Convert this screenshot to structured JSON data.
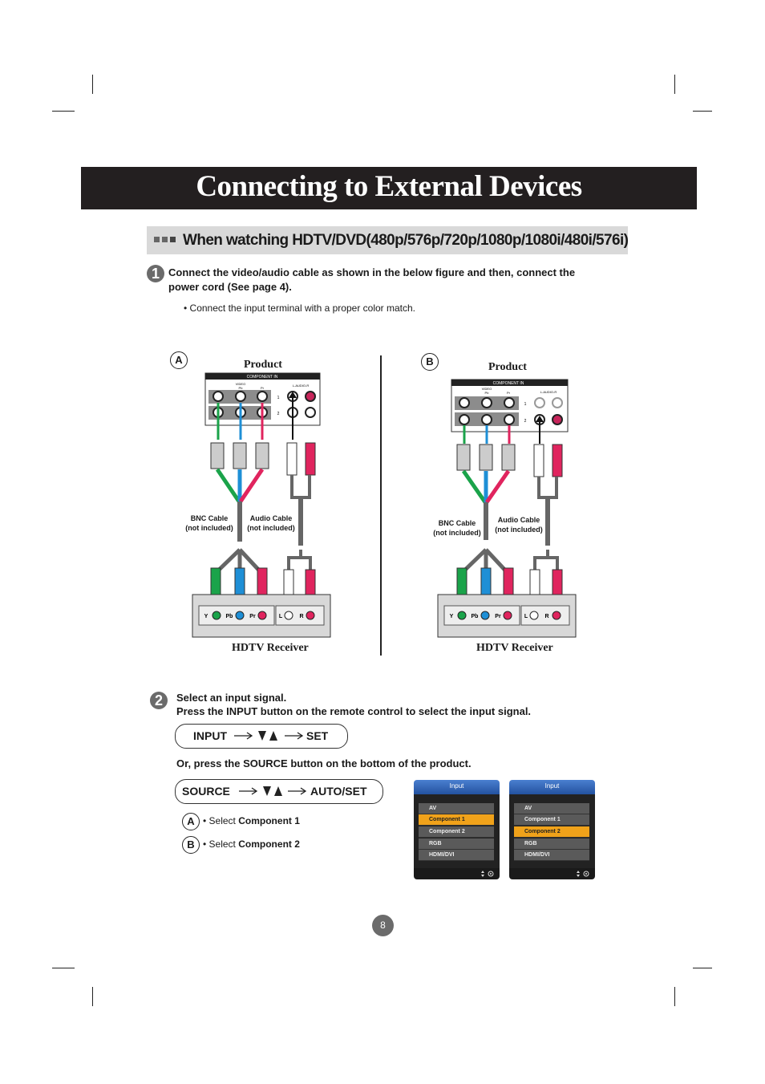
{
  "page": {
    "title": "Connecting to External Devices",
    "page_number": "8"
  },
  "section": {
    "heading": "When watching HDTV/DVD(480p/576p/720p/1080p/1080i/480i/576i)"
  },
  "step1": {
    "number": "1",
    "line1": "Connect the video/audio cable as shown in the below figure and then, connect the",
    "line2": "power cord (See page 4).",
    "bullet": "• Connect the input terminal with a proper color match."
  },
  "diagram": {
    "a": {
      "letter": "A",
      "product": "Product",
      "receiver": "HDTV Receiver",
      "panel_title": "COMPONENT IN",
      "video_label": "VIDEO",
      "pb": "Pb",
      "pr": "Pr",
      "audio_label": "L-AUDIO-R",
      "row1": "1",
      "row2": "2",
      "bnc_line1": "BNC Cable",
      "bnc_line2": "(not included)",
      "audio_line1": "Audio Cable",
      "audio_line2": "(not included)"
    },
    "b": {
      "letter": "B",
      "product": "Product",
      "receiver": "HDTV Receiver",
      "panel_title": "COMPONENT IN",
      "video_label": "VIDEO",
      "pb": "Pb",
      "pr": "Pr",
      "audio_label": "L-AUDIO-R",
      "row1": "1",
      "row2": "2",
      "bnc_line1": "BNC Cable",
      "bnc_line2": "(not included)",
      "audio_line1": "Audio Cable",
      "audio_line2": "(not included)"
    },
    "receiver_jacks": {
      "y": "Y",
      "pb": "Pb",
      "pr": "Pr",
      "l": "L",
      "r": "R"
    },
    "colors": {
      "green": "#1aa34a",
      "blue": "#1e8fd6",
      "red": "#e0245e",
      "white": "#ffffff"
    }
  },
  "step2": {
    "number": "2",
    "line1": "Select an input signal.",
    "line2": "Press the INPUT button on the remote control to select the input signal.",
    "input_flow": {
      "start": "INPUT",
      "end": "SET"
    },
    "or_line": "Or, press the SOURCE button on the bottom of the product.",
    "source_flow": {
      "start": "SOURCE",
      "end": "AUTO/SET"
    },
    "select_a": {
      "letter": "A",
      "prefix": "• Select ",
      "item": "Component 1"
    },
    "select_b": {
      "letter": "B",
      "prefix": "• Select ",
      "item": "Component 2"
    }
  },
  "menus": [
    {
      "title": "Input",
      "items": [
        "AV",
        "Component 1",
        "Component 2",
        "RGB",
        "HDMI/DVI"
      ],
      "selected": 1
    },
    {
      "title": "Input",
      "items": [
        "AV",
        "Component 1",
        "Component 2",
        "RGB",
        "HDMI/DVI"
      ],
      "selected": 2
    }
  ]
}
